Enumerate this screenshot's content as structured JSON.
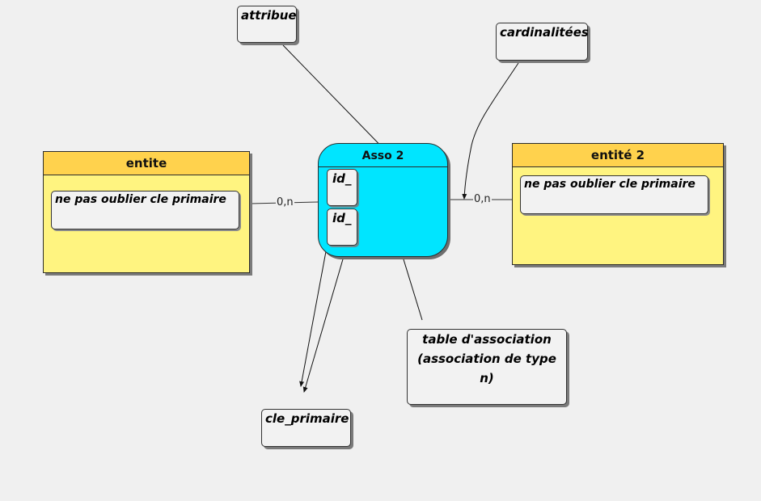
{
  "entities": {
    "left": {
      "title": "entite",
      "attribute": "ne pas oublier cle primaire"
    },
    "right": {
      "title": "entité 2",
      "attribute": "ne pas oublier cle primaire"
    }
  },
  "association": {
    "title": "Asso 2",
    "ids": [
      "id_",
      "id_"
    ]
  },
  "cardinalities": {
    "left": "0,n",
    "right": "0,n"
  },
  "notes": {
    "attribute": "attribue",
    "cardinalities": "cardinalitées",
    "association_table_line1": "table d'association",
    "association_table_line2": "(association de type n)",
    "primary_key": "cle_primaire"
  }
}
